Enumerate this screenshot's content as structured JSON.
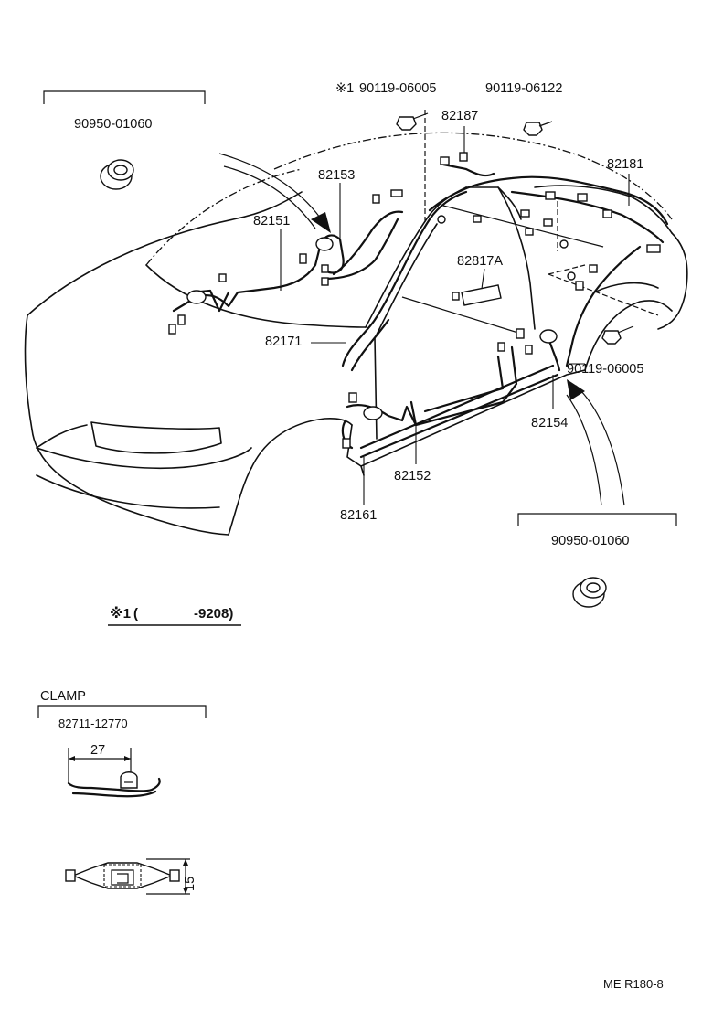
{
  "callouts": {
    "grommet_left": "90950-01060",
    "bolt_1": "90119-06005",
    "bolt_1_mark": "※1",
    "bolt_2": "90119-06122",
    "p82187": "82187",
    "p82181": "82181",
    "p82153": "82153",
    "p82151": "82151",
    "p82817a": "82817A",
    "p82171": "82171",
    "bolt_3": "90119-06005",
    "p82154": "82154",
    "p82152": "82152",
    "p82161": "82161",
    "grommet_right": "90950-01060"
  },
  "note": {
    "mark": "※1",
    "range_open": "(",
    "range_end": "-9208)"
  },
  "clamp": {
    "title": "CLAMP",
    "part_no": "82711-12770",
    "dim_length": "27",
    "dim_height": "15"
  },
  "footer": {
    "ref": "ME R180-8"
  }
}
